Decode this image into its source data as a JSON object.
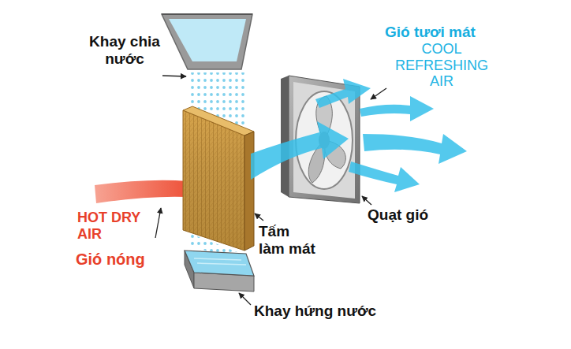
{
  "diagram": {
    "labels": [
      "Khay chia nước",
      "Gió tươi mát",
      "COOL REFRESHING AIR",
      "HOT DRY AIR",
      "Gió nóng",
      "Quạt gió",
      "Tấm làm mát",
      "Khay hứng nước"
    ]
  }
}
